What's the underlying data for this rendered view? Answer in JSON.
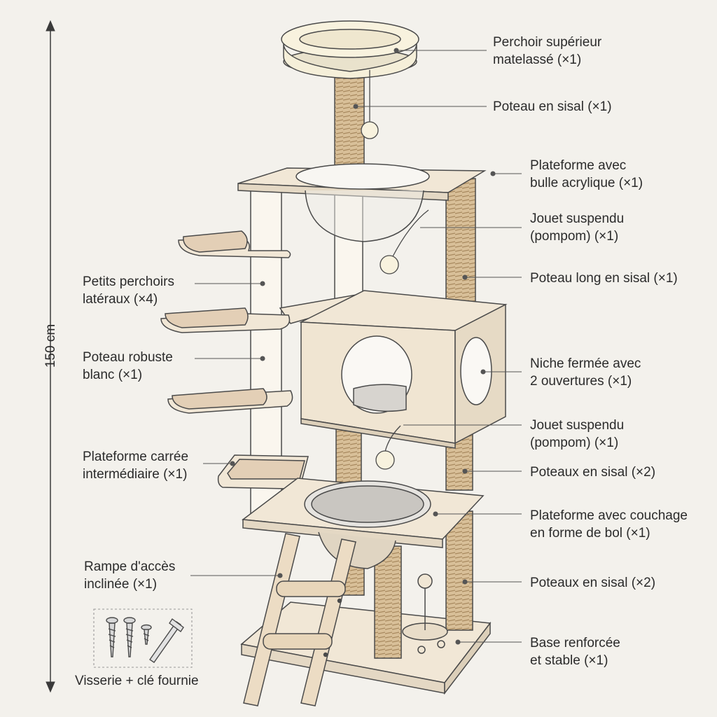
{
  "height_label": "150 cm",
  "hardware_caption": "Visserie + clé fournie",
  "labels": [
    {
      "id": "perchoir-superieur",
      "lines": [
        "Perchoir supérieur",
        "matelassé (×1)"
      ]
    },
    {
      "id": "poteau-sisal-haut",
      "lines": [
        "Poteau en sisal (×1)"
      ]
    },
    {
      "id": "plateforme-bulle",
      "lines": [
        "Plateforme avec",
        "bulle acrylique (×1)"
      ]
    },
    {
      "id": "jouet-suspendu-haut",
      "lines": [
        "Jouet suspendu",
        "(pompom) (×1)"
      ]
    },
    {
      "id": "poteau-long-sisal",
      "lines": [
        "Poteau long en sisal (×1)"
      ]
    },
    {
      "id": "niche-fermee",
      "lines": [
        "Niche fermée avec",
        "2 ouvertures (×1)"
      ]
    },
    {
      "id": "jouet-suspendu-bas",
      "lines": [
        "Jouet suspendu",
        "(pompom) (×1)"
      ]
    },
    {
      "id": "poteaux-sisal-milieu",
      "lines": [
        "Poteaux en sisal (×2)"
      ]
    },
    {
      "id": "plateforme-bol",
      "lines": [
        "Plateforme avec couchage",
        "en forme de bol (×1)"
      ]
    },
    {
      "id": "poteaux-sisal-bas",
      "lines": [
        "Poteaux en sisal (×2)"
      ]
    },
    {
      "id": "base-renforcee",
      "lines": [
        "Base renforcée",
        "et stable (×1)"
      ]
    },
    {
      "id": "petits-perchoirs",
      "lines": [
        "Petits perchoirs",
        "latéraux (×4)"
      ]
    },
    {
      "id": "poteau-robuste",
      "lines": [
        "Poteau robuste",
        "blanc (×1)"
      ]
    },
    {
      "id": "plateforme-carree",
      "lines": [
        "Plateforme carrée",
        "intermédiaire (×1)"
      ]
    },
    {
      "id": "rampe-acces",
      "lines": [
        "Rampe d'accès",
        "inclinée (×1)"
      ]
    }
  ],
  "colors": {
    "background": "#f3f1ec",
    "wood": "#f1e7d6",
    "sisal": "#d8bf98",
    "cushion": "#e3cfb6",
    "white_post": "#faf6ee",
    "line": "#4a4a4a",
    "bowl": "#c9c6c1"
  }
}
